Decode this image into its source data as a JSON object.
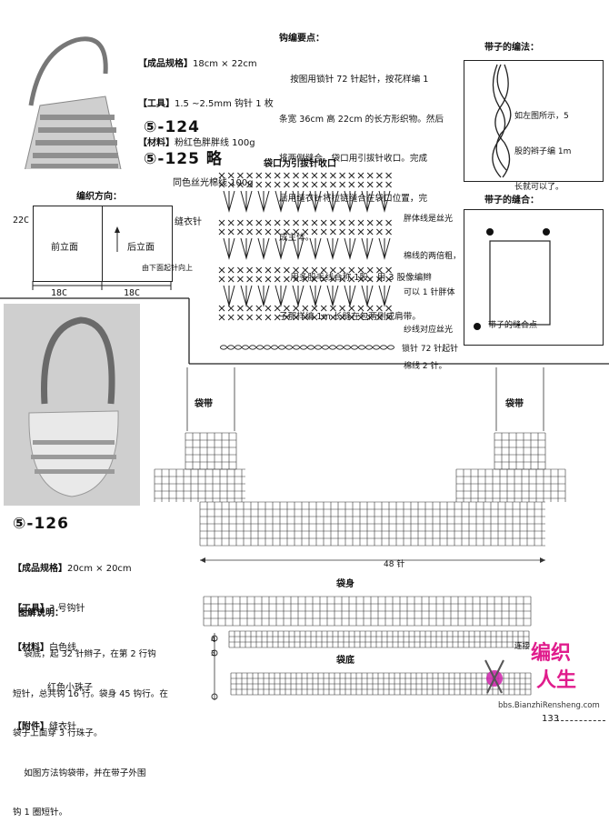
{
  "p124": {
    "specs": [
      {
        "key": "【成品规格】",
        "val": "18cm × 22cm"
      },
      {
        "key": "【工具】",
        "val": "1.5 ~2.5mm 钩针 1 枚"
      },
      {
        "key": "【材料】",
        "val": "粉红色胖胖线 100g"
      },
      {
        "key": "",
        "val": "同色丝光棉线 100g"
      },
      {
        "key": "【附件】",
        "val": "缝衣针"
      }
    ],
    "code1": "⑤-124",
    "code2": "⑤-125 略",
    "method_title": "钩编要点：",
    "method_lines": [
      "    按图用锁针 72 针起针，按花样编 1",
      "条宽 36cm 高 22cm 的长方形织物。然后",
      "将两侧缝合。袋口用引拔针收口。完成",
      "后用缝衣针将拉链缝合在袋口位置，完",
      "成主体。",
      "    用多股毛线合称 1股，用 3 股像编辫",
      "子那样编 1m 长缝在包两侧成肩带。"
    ],
    "direction_title": "编织方向：",
    "front": "前立面",
    "back": "后立面",
    "bottom_note": "由下面起针向上",
    "dim_h": "22C",
    "dim_w1": "18C",
    "dim_w2": "18C",
    "chart_top": "袋口为引拔针收口",
    "chart_note": [
      "胖体线是丝光",
      "棉线的两倍粗，",
      "可以 1 针胖体",
      "纱线对应丝光",
      "棉线 2 针。"
    ],
    "chart_bottom": "锁针 72 针起针",
    "strap_title": "带子的编法：",
    "strap_note": [
      "如左图所示，5",
      "股的辫子编 1m",
      "长就可以了。"
    ],
    "sew_title": "带子的缝合：",
    "sew_point": "带子的缝合点"
  },
  "p126": {
    "code": "⑤-126",
    "specs": [
      {
        "key": "【成品规格】",
        "val": "20cm × 20cm"
      },
      {
        "key": "【工具】",
        "val": "3 号钩针"
      },
      {
        "key": "【材料】",
        "val": "白色线"
      },
      {
        "key": "",
        "val": "红色小珠子"
      },
      {
        "key": "【附件】",
        "val": "缝衣针"
      }
    ],
    "legend_title": "图解说明：",
    "legend_lines": [
      "    袋底，起 32 针辫子，在第 2 行钩",
      "短针，总共钩 16 行。袋身 45 钩行。在",
      "袋子上面穿 3 行珠子。",
      "    如图方法钩袋带，并在带子外围",
      "钩 1 圈短针。"
    ],
    "strap_left": "袋带",
    "strap_right": "袋带",
    "width_label": "48 针",
    "body_label": "袋身",
    "base_label": "袋底",
    "join_label": "连接",
    "row_mark1": "4",
    "row_mark2": "3"
  },
  "footer": {
    "logo_line1": "编织",
    "logo_line2": "人生",
    "site": "bbs.BianzhiRensheng.com",
    "page": "133"
  }
}
